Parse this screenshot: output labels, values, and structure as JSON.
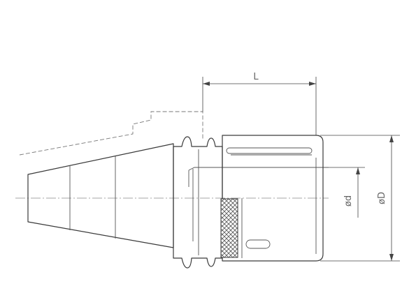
{
  "labels": {
    "length": "L",
    "bore_diameter": "ød",
    "outer_diameter": "øD"
  }
}
